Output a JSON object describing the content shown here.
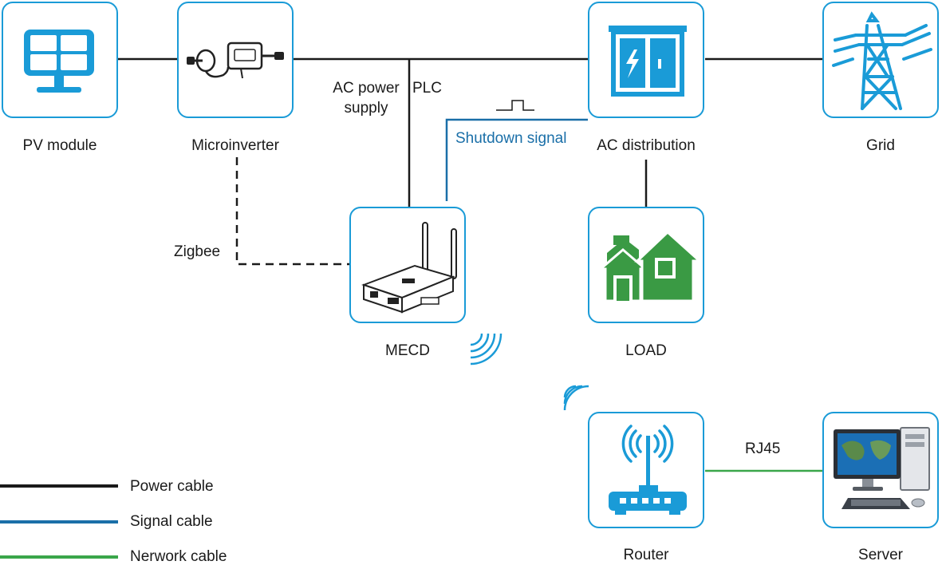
{
  "nodes": {
    "pv_module": "PV module",
    "microinverter": "Microinverter",
    "ac_distribution": "AC distribution",
    "grid": "Grid",
    "mecd": "MECD",
    "load": "LOAD",
    "router": "Router",
    "server": "Server"
  },
  "edge_labels": {
    "ac_power_supply_line1": "AC power",
    "ac_power_supply_line2": "supply",
    "plc": "PLC",
    "shutdown_signal": "Shutdown signal",
    "zigbee": "Zigbee",
    "rj45": "RJ45"
  },
  "legend": [
    {
      "label": "Power cable",
      "color": "#1a1a1a"
    },
    {
      "label": "Signal cable",
      "color": "#1a6fa8"
    },
    {
      "label": "Nerwork cable",
      "color": "#3aa64a"
    }
  ],
  "colors": {
    "box_border": "#1a9bd7",
    "icon_blue": "#1a9bd7",
    "load_green": "#3a9a44"
  }
}
